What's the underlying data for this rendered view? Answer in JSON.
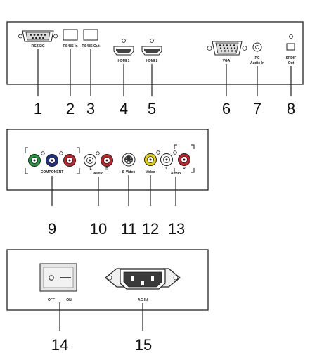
{
  "panel1": {
    "ports": {
      "rs232c": "RS232C",
      "rs485_in": "RS485 In",
      "rs485_out": "RS485 Out",
      "hdmi1": "HDMI 1",
      "hdmi2": "HDMI 2",
      "vga": "VGA",
      "pc_audio_line1": "PC",
      "pc_audio_line2": "Audio In",
      "spdif_line1": "SPDIF",
      "spdif_line2": "Out"
    },
    "callouts": [
      "1",
      "2",
      "3",
      "4",
      "5",
      "6",
      "7",
      "8"
    ]
  },
  "panel2": {
    "labels": {
      "component": "COMPONENT",
      "audio1": "Audio",
      "l1": "L",
      "r1": "R",
      "svideo": "S-Video",
      "video": "Video",
      "audio2": "Audio",
      "l2": "L",
      "r2": "R"
    },
    "callouts": [
      "9",
      "10",
      "11",
      "12",
      "13"
    ],
    "jack_colors": {
      "green": "#1e9a3c",
      "blue": "#1f2f8a",
      "red": "#c8202a",
      "white": "#ffffff",
      "yellow": "#e8d400"
    }
  },
  "panel3": {
    "labels": {
      "off": "OFF",
      "on": "ON",
      "acin": "AC-IN"
    },
    "callouts": [
      "14",
      "15"
    ]
  }
}
